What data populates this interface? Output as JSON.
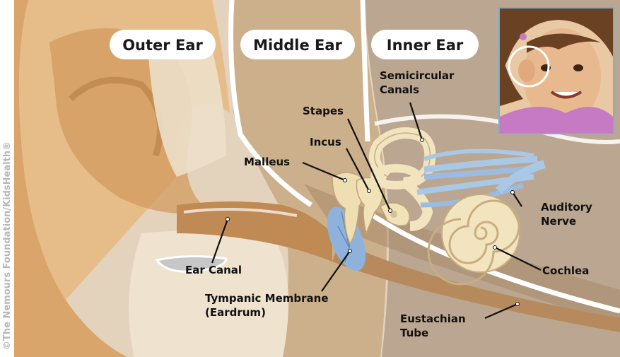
{
  "sections": {
    "outer": "Outer Ear",
    "middle": "Middle Ear",
    "inner": "Inner Ear"
  },
  "labels": {
    "semicircular_line1": "Semicircular",
    "semicircular_line2": "Canals",
    "stapes": "Stapes",
    "incus": "Incus",
    "malleus": "Malleus",
    "auditory_line1": "Auditory",
    "auditory_line2": "Nerve",
    "cochlea": "Cochlea",
    "ear_canal": "Ear Canal",
    "tympanic_line1": "Tympanic Membrane",
    "tympanic_line2": "(Eardrum)",
    "eustachian_line1": "Eustachian",
    "eustachian_line2": "Tube"
  },
  "copyright": "©The Nemours Foundation/KidsHealth®",
  "colors": {
    "skin": "#e7c08a",
    "skin_dark": "#c9955a",
    "middle_bg": "#cbb08d",
    "inner_bg": "#b9a58f",
    "bone": "#f1e2b8",
    "nerve": "#a9c8e6",
    "eardrum": "#8fb2dc",
    "inset_border": "#6fb3d8"
  }
}
